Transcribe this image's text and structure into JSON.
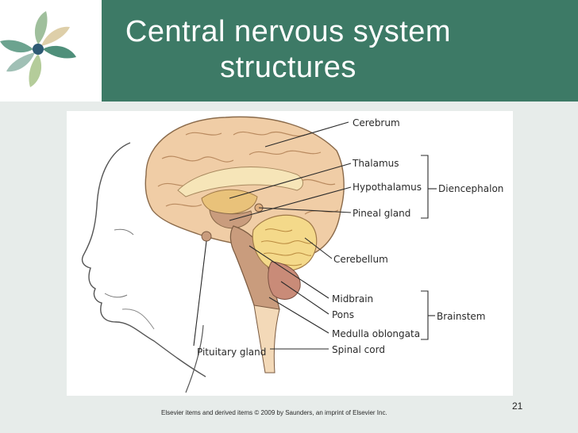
{
  "slide": {
    "title_line1": "Central nervous system",
    "title_line2": "structures",
    "footer": "Elsevier items and derived items © 2009 by Saunders, an imprint of Elsevier Inc.",
    "page_number": "21"
  },
  "diagram": {
    "labels": {
      "cerebrum": "Cerebrum",
      "thalamus": "Thalamus",
      "hypothalamus": "Hypothalamus",
      "pineal_gland": "Pineal gland",
      "cerebellum": "Cerebellum",
      "midbrain": "Midbrain",
      "pons": "Pons",
      "medulla_oblongata": "Medulla oblongata",
      "spinal_cord": "Spinal cord",
      "pituitary_gland": "Pituitary gland"
    },
    "groups": {
      "diencephalon": "Diencephalon",
      "brainstem": "Brainstem"
    }
  },
  "colors": {
    "header": "#3d7a66",
    "background": "#e7ecea",
    "brain": "#f0cda6",
    "brainstem": "#c99c7d"
  }
}
